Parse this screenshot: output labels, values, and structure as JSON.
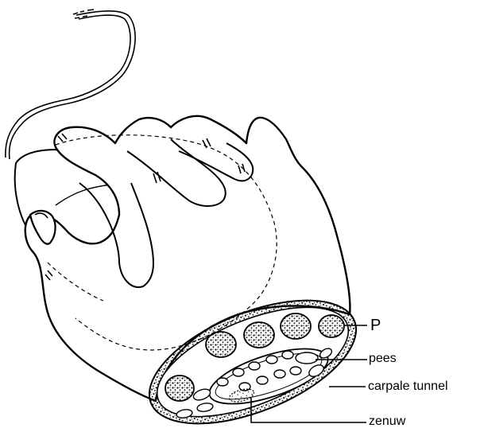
{
  "labels": {
    "p": "P",
    "pees": "pees",
    "carpale_tunnel": "carpale tunnel",
    "zenuw": "zenuw"
  },
  "colors": {
    "ink": "#000000",
    "paper": "#ffffff",
    "stipple": "#444444"
  }
}
